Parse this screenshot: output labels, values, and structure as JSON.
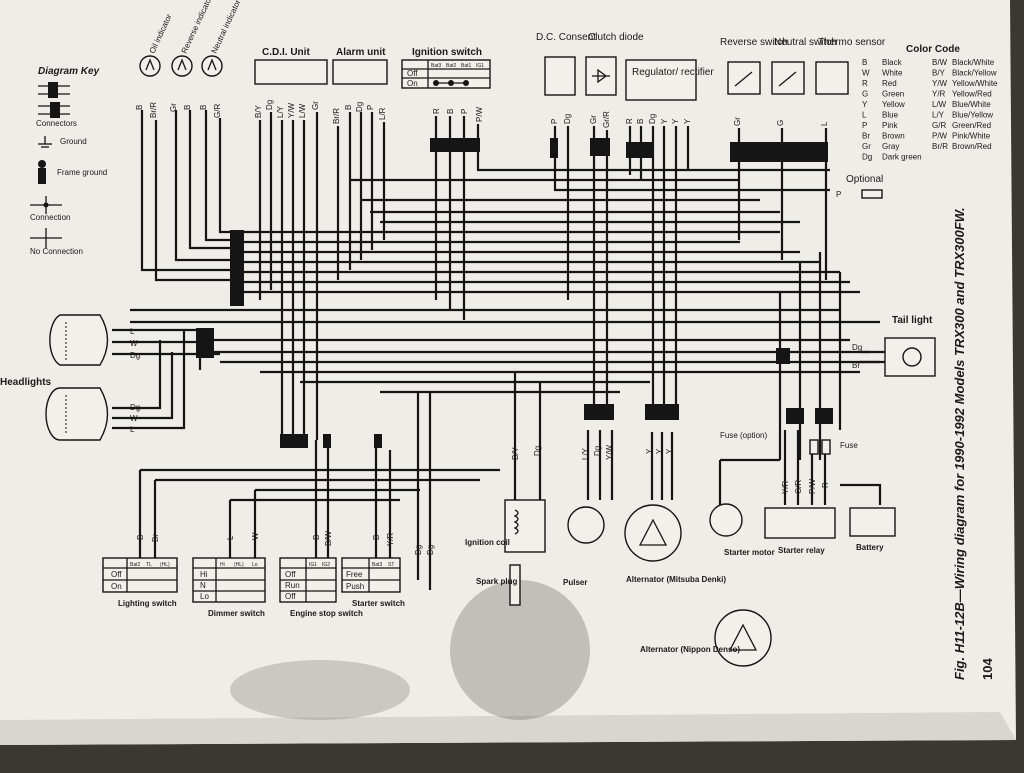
{
  "diagram_key": {
    "title": "Diagram Key",
    "connectors": "Connectors",
    "ground": "Ground",
    "frame_ground": "Frame ground",
    "connection": "Connection",
    "no_connection": "No Connection"
  },
  "indicators": {
    "oil": "Oil indicator",
    "reverse": "Reverse indicator",
    "neutral": "Neutral indicator",
    "oil_wires": [
      "B",
      "Br/R"
    ],
    "reverse_wires": [
      "Gr",
      "B"
    ],
    "neutral_wires": [
      "B",
      "G/R"
    ]
  },
  "cdi": {
    "title": "C.D.I. Unit",
    "wires": [
      "B/Y",
      "Dg",
      "L/Y",
      "Y/W",
      "L/W",
      "Gr"
    ]
  },
  "alarm": {
    "title": "Alarm unit",
    "wires": [
      "Br/R",
      "B",
      "Dg",
      "P",
      "L/R"
    ]
  },
  "ignition_switch": {
    "title": "Ignition switch",
    "cols": [
      "Bat3",
      "Bat2",
      "Bat1",
      "IG1"
    ],
    "rows": [
      "Off",
      "On"
    ],
    "wires": [
      "R",
      "B",
      "P",
      "P/W"
    ]
  },
  "dc_consent": {
    "title": "D.C. Consent",
    "wires": [
      "P",
      "Dg"
    ]
  },
  "clutch_diode": {
    "title": "Clutch diode",
    "wires": [
      "Gr",
      "Gr/R"
    ]
  },
  "regulator": {
    "title": "Regulator/ rectifier",
    "wires": [
      "R",
      "B",
      "Dg",
      "Y",
      "Y",
      "Y"
    ]
  },
  "reverse_switch": {
    "title": "Reverse switch",
    "wire": "Gr"
  },
  "neutral_switch": {
    "title": "Neutral switch",
    "wire": "G"
  },
  "thermo_sensor": {
    "title": "Thermo sensor",
    "wire": "L"
  },
  "color_code": {
    "title": "Color Code",
    "left": [
      [
        "B",
        "Black"
      ],
      [
        "W",
        "White"
      ],
      [
        "R",
        "Red"
      ],
      [
        "G",
        "Green"
      ],
      [
        "Y",
        "Yellow"
      ],
      [
        "L",
        "Blue"
      ],
      [
        "P",
        "Pink"
      ],
      [
        "Br",
        "Brown"
      ],
      [
        "Gr",
        "Gray"
      ],
      [
        "Dg",
        "Dark green"
      ]
    ],
    "right": [
      [
        "B/W",
        "Black/White"
      ],
      [
        "B/Y",
        "Black/Yellow"
      ],
      [
        "Y/W",
        "Yellow/White"
      ],
      [
        "Y/R",
        "Yellow/Red"
      ],
      [
        "L/W",
        "Blue/White"
      ],
      [
        "L/Y",
        "Blue/Yellow"
      ],
      [
        "G/R",
        "Green/Red"
      ],
      [
        "P/W",
        "Pink/White"
      ],
      [
        "Br/R",
        "Brown/Red"
      ]
    ]
  },
  "optional": {
    "label": "Optional",
    "wire": "P"
  },
  "headlights": {
    "label": "Headlights",
    "top_wires": [
      "L",
      "W",
      "Dg"
    ],
    "bottom_wires": [
      "Dg",
      "W",
      "L"
    ]
  },
  "tail_light": {
    "label": "Tail light",
    "wires": [
      "Dg",
      "Br"
    ]
  },
  "fuse": {
    "option": "Fuse (option)",
    "fuse": "Fuse"
  },
  "mid_labels": {
    "ign_coil_wires": [
      "B/Y",
      "Dg"
    ],
    "pulser_wires": [
      "L/Y",
      "Dg",
      "Y/W"
    ],
    "alt_wires": [
      "Y",
      "Y",
      "Y"
    ],
    "relay_wires": [
      "Y/R",
      "G/R",
      "P/W",
      "R"
    ],
    "dg_pair": [
      "Dg",
      "Dg"
    ],
    "lighting_wires": [
      "B",
      "Br"
    ],
    "dimmer_wires": [
      "L",
      "W"
    ],
    "engine_wires": [
      "B",
      "B/W"
    ],
    "starter_wires": [
      "B",
      "Y/R"
    ]
  },
  "components": {
    "ignition_coil": "Ignition coil",
    "spark_plug": "Spark plug",
    "pulser": "Pulser",
    "alternator_mitsuba": "Alternator (Mitsuba Denki)",
    "alternator_nippon": "Alternator (Nippon Denso)",
    "starter_motor": "Starter motor",
    "starter_relay": "Starter relay",
    "battery": "Battery"
  },
  "switches": {
    "lighting": {
      "title": "Lighting switch",
      "cols": [
        "Bat2",
        "TL",
        "(HL)"
      ],
      "rows": [
        "Off",
        "On"
      ]
    },
    "dimmer": {
      "title": "Dimmer switch",
      "cols": [
        "Hi",
        "(HL)",
        "Lo"
      ],
      "rows": [
        "Hi",
        "N",
        "Lo"
      ]
    },
    "engine_stop": {
      "title": "Engine stop switch",
      "cols": [
        "IG1",
        "IG2"
      ],
      "rows": [
        "Off",
        "Run",
        "Off"
      ]
    },
    "starter": {
      "title": "Starter switch",
      "cols": [
        "Bat3",
        "ST"
      ],
      "rows": [
        "Free",
        "Push"
      ]
    }
  },
  "caption": "Fig. H11-12B—Wiring diagram for 1990-1992 Models TRX300 and TRX300FW.",
  "page_number": "104"
}
